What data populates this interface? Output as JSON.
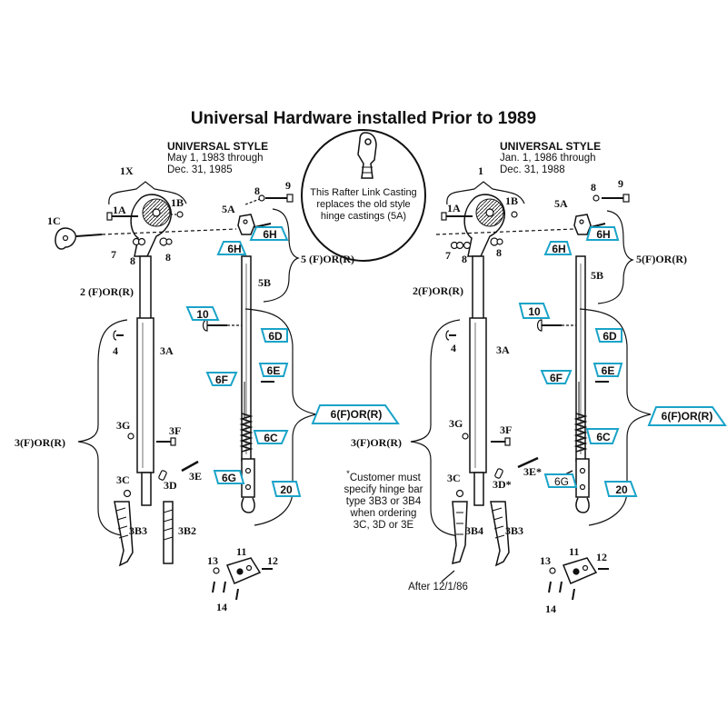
{
  "title": "Universal Hardware installed Prior to 1989",
  "left": {
    "heading": "UNIVERSAL STYLE",
    "date_line1": "May 1, 1983  through",
    "date_line2": "Dec. 31, 1985",
    "assembly": "1X",
    "labels": {
      "p1A": "1A",
      "p1B": "1B",
      "p1C": "1C",
      "p7": "7",
      "p8a": "8",
      "p8b": "8",
      "p8c": "8",
      "p9": "9",
      "p5A": "5A",
      "p5": "5 (F)OR(R)",
      "p5B": "5B",
      "p2": "2 (F)OR(R)",
      "p4": "4",
      "p3A": "3A",
      "p3": "3(F)OR(R)",
      "p3G": "3G",
      "p3F": "3F",
      "p3C": "3C",
      "p3D": "3D",
      "p3E": "3E",
      "p3B3": "3B3",
      "p3B2": "3B2",
      "p11": "11",
      "p12": "12",
      "p13": "13",
      "p14": "14"
    },
    "tags": {
      "t6H_a": "6H",
      "t6H_b": "6H",
      "t10": "10",
      "t6D": "6D",
      "t6E": "6E",
      "t6F": "6F",
      "t6C": "6C",
      "t6FR": "6(F)OR(R)",
      "t6G": "6G",
      "t20": "20"
    }
  },
  "right": {
    "heading": "UNIVERSAL STYLE",
    "date_line1": "Jan. 1, 1986  through",
    "date_line2": "Dec. 31, 1988",
    "assembly": "1",
    "labels": {
      "p1A": "1A",
      "p1B": "1B",
      "p7": "7",
      "p8a": "8",
      "p8b": "8",
      "p8c": "8",
      "p9": "9",
      "p5A": "5A",
      "p5": "5(F)OR(R)",
      "p5B": "5B",
      "p2": "2(F)OR(R)",
      "p4": "4",
      "p3A": "3A",
      "p3": "3(F)OR(R)",
      "p3G": "3G",
      "p3F": "3F",
      "p3C": "3C",
      "p3D": "3D*",
      "p3E": "3E*",
      "p3B4": "3B4",
      "p3B3": "3B3",
      "p11": "11",
      "p12": "12",
      "p13": "13",
      "p14": "14",
      "after": "After 12/1/86"
    },
    "tags": {
      "t6H_a": "6H",
      "t6H_b": "6H",
      "t10": "10",
      "t6D": "6D",
      "t6E": "6E",
      "t6F": "6F",
      "t6C": "6C",
      "t6FR": "6(F)OR(R)",
      "t6G": "6G",
      "t20": "20"
    }
  },
  "oval": {
    "line1": "This Rafter Link Casting",
    "line2": "replaces the old style",
    "line3": "hinge castings (5A)"
  },
  "note": {
    "line1": "Customer must",
    "line2": "specify hinge bar",
    "line3": "type 3B3 or 3B4",
    "line4": "when ordering",
    "line5": "3C, 3D or 3E",
    "asterisk": "*"
  },
  "colors": {
    "tag_outline": "#1aa3c8",
    "ink": "#111111"
  }
}
